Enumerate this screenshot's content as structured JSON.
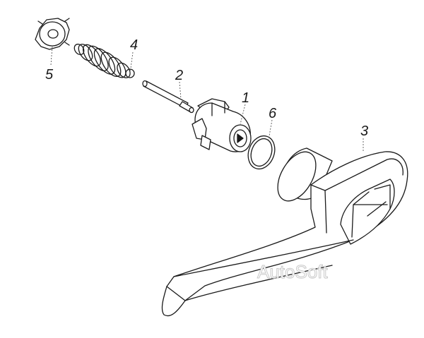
{
  "labels": {
    "part1": "1",
    "part2": "2",
    "part3": "3",
    "part4": "4",
    "part5": "5",
    "part6": "6"
  },
  "watermark": "AutoSoft",
  "colors": {
    "line": "#1a1a1a",
    "background": "#ffffff",
    "watermark_stroke": "#c9c9c9"
  }
}
